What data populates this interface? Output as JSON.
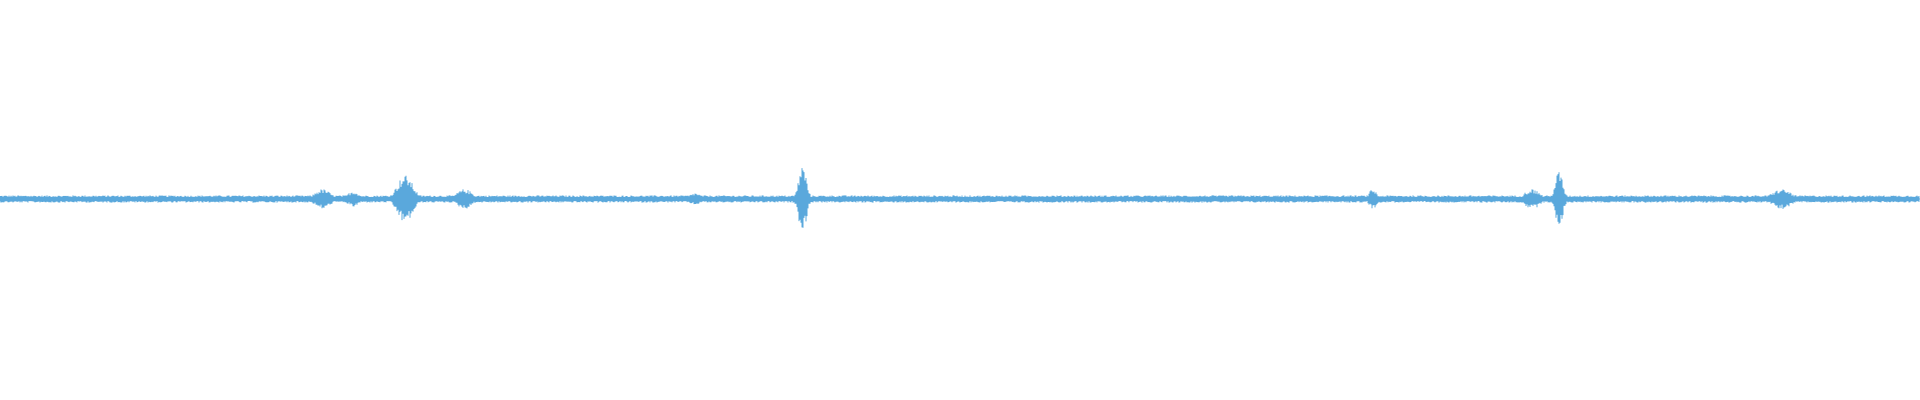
{
  "waveform": {
    "color": "#5aa8dc",
    "background": "#ffffff",
    "baseline_level": 0.018,
    "bursts": [
      {
        "position": 0.168,
        "level": 0.05,
        "spread": 0.004
      },
      {
        "position": 0.184,
        "level": 0.04,
        "spread": 0.003
      },
      {
        "position": 0.211,
        "level": 0.12,
        "spread": 0.004
      },
      {
        "position": 0.242,
        "level": 0.05,
        "spread": 0.004
      },
      {
        "position": 0.362,
        "level": 0.03,
        "spread": 0.003
      },
      {
        "position": 0.418,
        "level": 0.17,
        "spread": 0.002
      },
      {
        "position": 0.715,
        "level": 0.05,
        "spread": 0.002
      },
      {
        "position": 0.798,
        "level": 0.05,
        "spread": 0.004
      },
      {
        "position": 0.812,
        "level": 0.14,
        "spread": 0.002
      },
      {
        "position": 0.928,
        "level": 0.05,
        "spread": 0.005
      }
    ]
  }
}
